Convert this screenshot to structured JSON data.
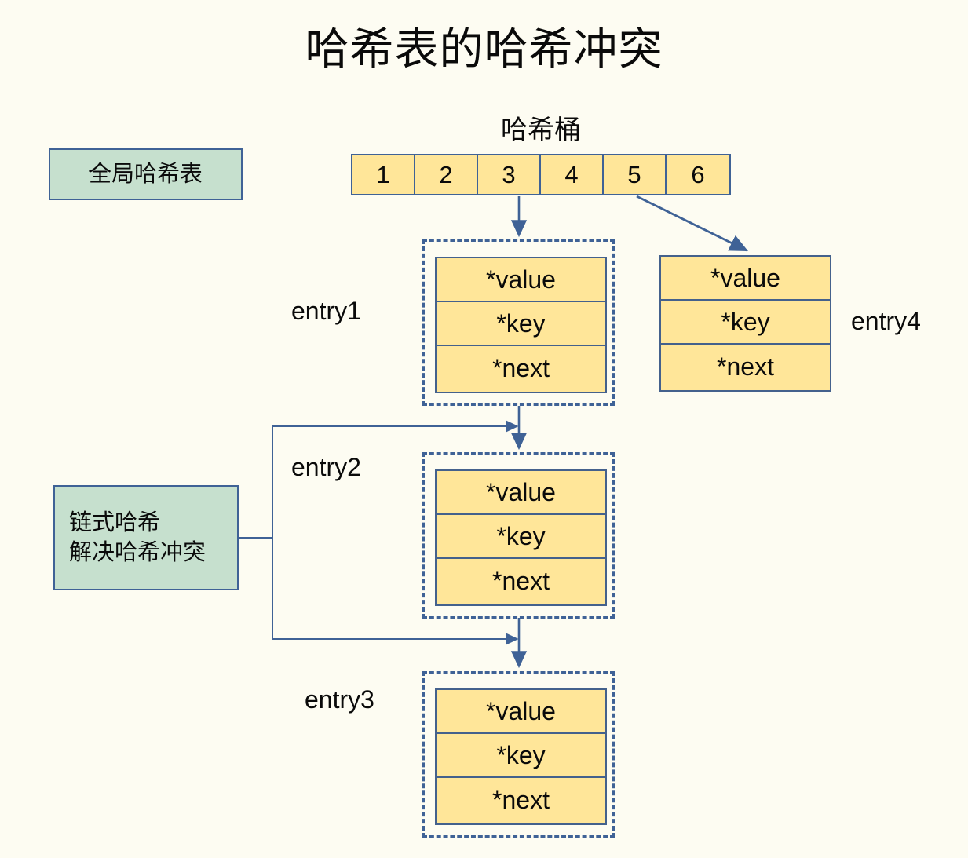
{
  "title": "哈希表的哈希冲突",
  "colors": {
    "background": "#fdfcf2",
    "cell_fill": "#ffe699",
    "note_fill": "#c6e0ce",
    "stroke": "#3f6296",
    "text": "#0a0a0a"
  },
  "notes": {
    "global_table": "全局哈希表",
    "chain_resolution": "链式哈希\n解决哈希冲突"
  },
  "bucket": {
    "caption": "哈希桶",
    "cells": [
      "1",
      "2",
      "3",
      "4",
      "5",
      "6"
    ]
  },
  "entries": [
    {
      "label": "entry1",
      "fields": [
        "*value",
        "*key",
        "*next"
      ],
      "dashed": true,
      "label_side": "left"
    },
    {
      "label": "entry2",
      "fields": [
        "*value",
        "*key",
        "*next"
      ],
      "dashed": true,
      "label_side": "left"
    },
    {
      "label": "entry3",
      "fields": [
        "*value",
        "*key",
        "*next"
      ],
      "dashed": true,
      "label_side": "left"
    },
    {
      "label": "entry4",
      "fields": [
        "*value",
        "*key",
        "*next"
      ],
      "dashed": false,
      "label_side": "right"
    }
  ],
  "connectors": [
    {
      "name": "bucket3-to-entry1",
      "from": "bucket-cell-3",
      "to": "entry1"
    },
    {
      "name": "bucket5-to-entry4",
      "from": "bucket-cell-5",
      "to": "entry4"
    },
    {
      "name": "entry1-to-entry2",
      "from": "entry1",
      "to": "entry2"
    },
    {
      "name": "entry2-to-entry3",
      "from": "entry2",
      "to": "entry3"
    },
    {
      "name": "chain-note-to-entry2",
      "from": "note-chain",
      "to": "entry2"
    },
    {
      "name": "chain-note-to-entry3",
      "from": "note-chain",
      "to": "entry3"
    }
  ]
}
